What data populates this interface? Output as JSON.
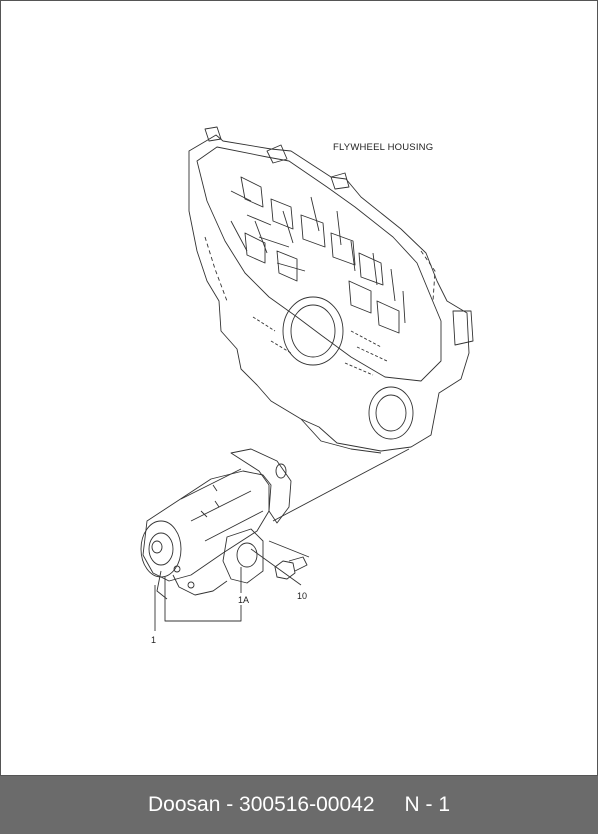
{
  "diagram": {
    "housing_label": "FLYWHEEL HOUSING",
    "callouts": [
      "10",
      "1A",
      "1"
    ]
  },
  "footer": {
    "brand_part": "Doosan - 300516-00042",
    "page": "N - 1"
  }
}
